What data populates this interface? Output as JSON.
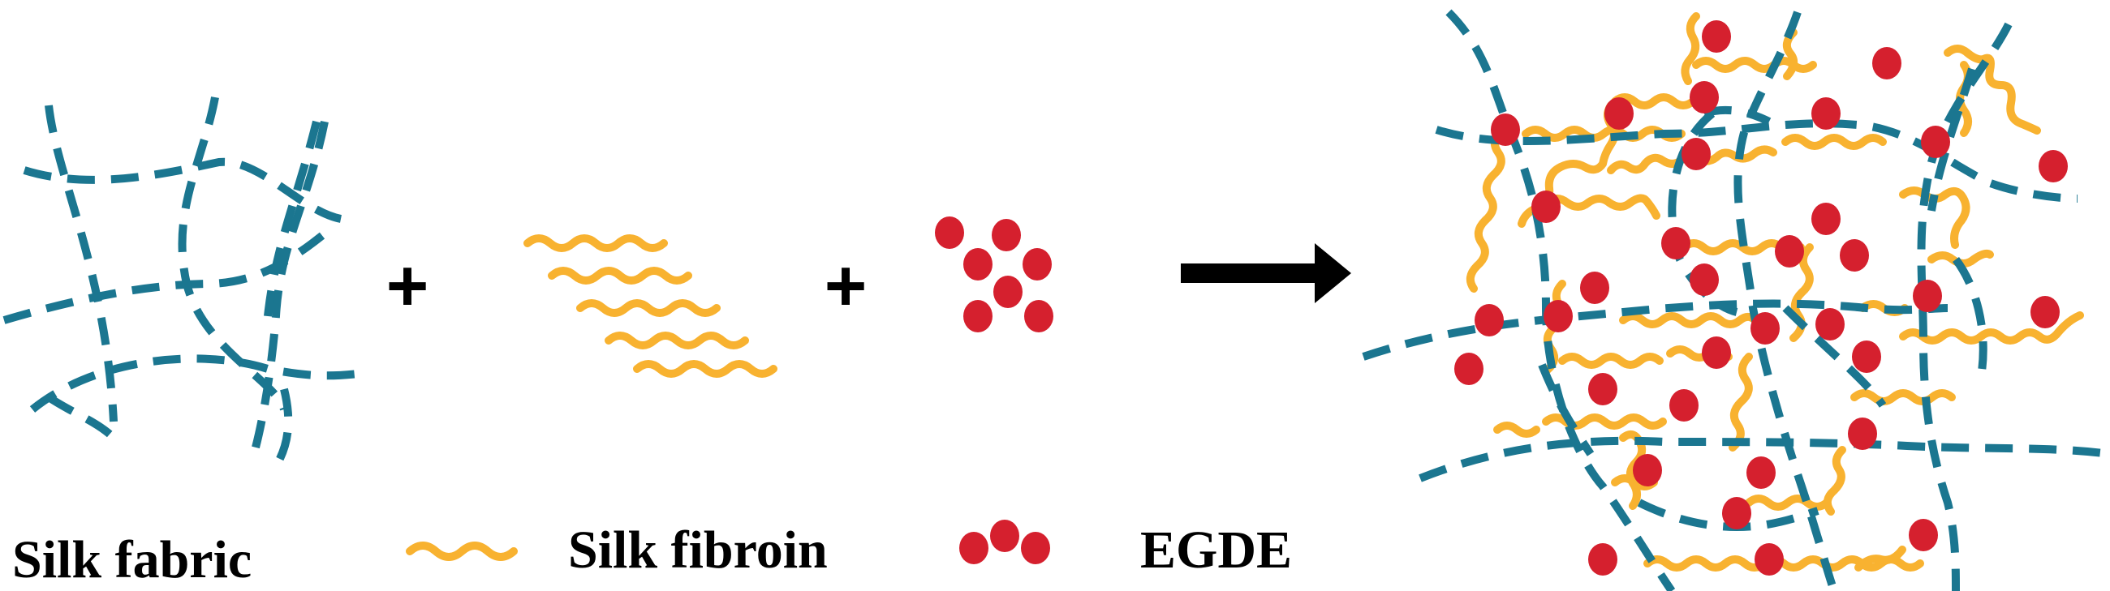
{
  "labels": {
    "silk_fabric": "Silk fabric",
    "silk_fibroin": "Silk fibroin",
    "egde": "EGDE",
    "plus": "+"
  },
  "icons": {
    "arrow": "right-arrow-icon"
  },
  "colors": {
    "fabric": "#1b7690",
    "fibroin": "#f8b230",
    "egde": "#d5202e",
    "text": "#000000"
  }
}
